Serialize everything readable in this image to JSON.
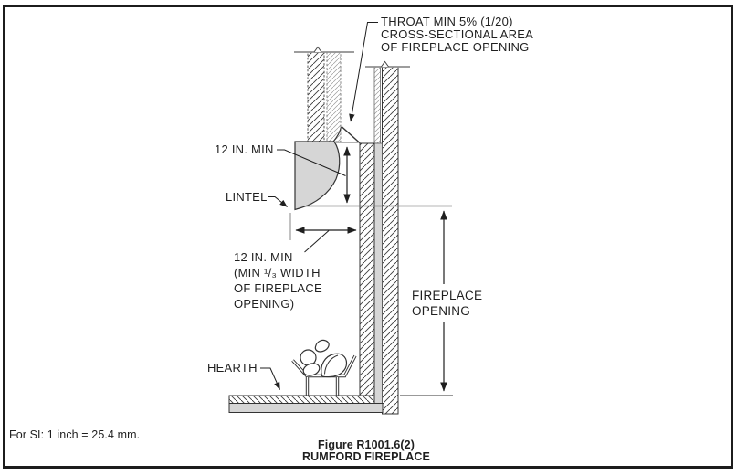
{
  "labels": {
    "throat_note": {
      "line1": "THROAT MIN 5% (1/20)",
      "line2": "CROSS-SECTIONAL AREA",
      "line3": "OF FIREPLACE OPENING"
    },
    "lintel_height": "12 IN. MIN",
    "lintel": "LINTEL",
    "width_note": {
      "line1": "12 IN. MIN",
      "line2": "(MIN ¹/₃ WIDTH",
      "line3": "OF FIREPLACE",
      "line4": "OPENING)"
    },
    "fireplace_opening": {
      "line1": "FIREPLACE",
      "line2": "OPENING"
    },
    "hearth": "HEARTH"
  },
  "footer": {
    "si_note": "For SI: 1 inch = 25.4 mm.",
    "figure_number": "Figure R1001.6(2)",
    "figure_title": "RUMFORD FIREPLACE"
  },
  "colors": {
    "ink": "#2a2a2a",
    "gray_line": "#8f8f8f",
    "fill_gray": "#d6d6d6",
    "background": "#ffffff"
  }
}
